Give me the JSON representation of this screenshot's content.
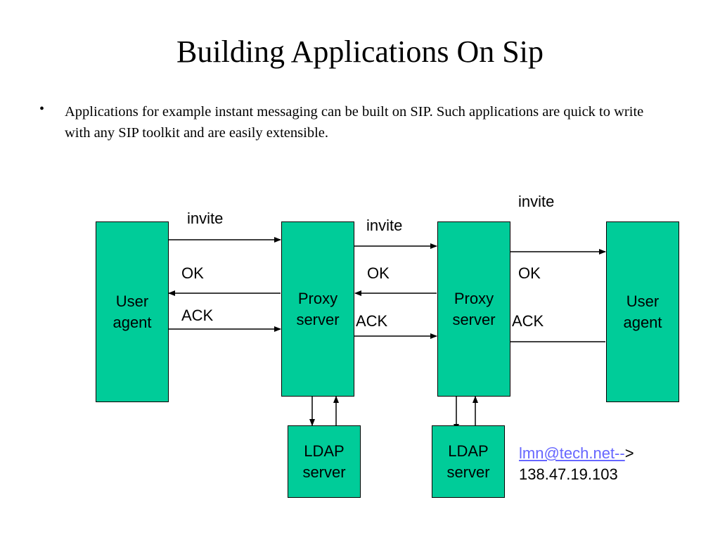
{
  "slide": {
    "title": "Building Applications On Sip",
    "bullet": "Applications for example instant messaging can be built on SIP. Such applications are quick to write with any SIP toolkit and are easily extensible."
  },
  "diagram": {
    "colors": {
      "box_fill": "#00cc99",
      "link": "#6666ff"
    },
    "boxes": {
      "user_agent_left": "User\nagent",
      "proxy_left": "Proxy\nserver",
      "proxy_right": "Proxy\nserver",
      "user_agent_right": "User\nagent",
      "ldap_left": "LDAP\nserver",
      "ldap_right": "LDAP\nserver"
    },
    "labels": {
      "invite_1": "invite",
      "ok_1": "OK",
      "ack_1": "ACK",
      "invite_2": "invite",
      "ok_2": "OK",
      "ack_2": "ACK",
      "invite_3": "invite",
      "ok_3": "OK",
      "ack_3": "ACK"
    },
    "note": {
      "link_text": "lmn@tech.net--",
      "arrow_text": ">",
      "ip": "138.47.19.103"
    }
  }
}
